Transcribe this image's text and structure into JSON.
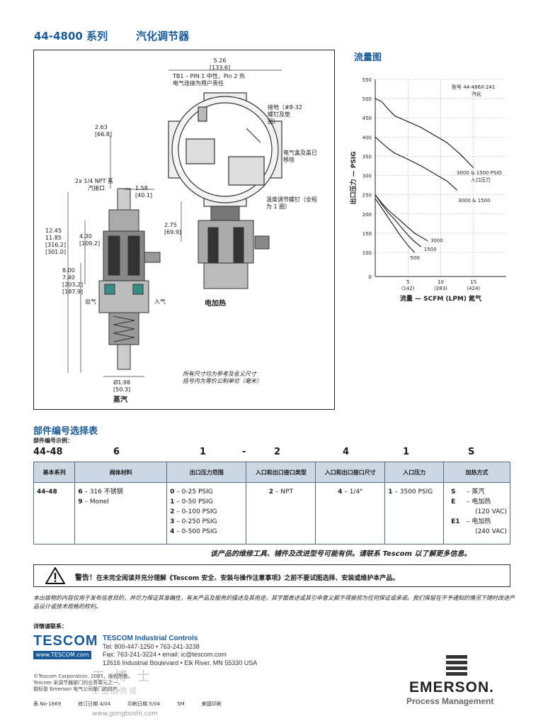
{
  "header": {
    "series": "44-4800 系列",
    "name": "汽化调节器"
  },
  "drawing": {
    "dim_width_top": "5.26",
    "dim_width_top_mm": "[133.6]",
    "dim_263": "2.63",
    "dim_263_mm": "[66.8]",
    "dim_158": "1.58",
    "dim_158_mm": "[40.1]",
    "dim_275": "2.75",
    "dim_275_mm": "[69.9]",
    "dim_430": "4.30",
    "dim_430_mm": "[109.2]",
    "dim_1245": "12.45",
    "dim_1185": "11.85",
    "dim_1245_mm": "[316.2]",
    "dim_1185_mm": "[301.0]",
    "dim_800": "8.00",
    "dim_740": "7.40",
    "dim_800_mm": "[203.2]",
    "dim_740_mm": "[187.9]",
    "dim_198": "Ø1.98",
    "dim_198_mm": "[50.3]",
    "note_tb1_1": "TB1 – PIN 1 中性，Pin 2 热",
    "note_tb1_2": "电气连接为用户责任",
    "note_ground_1": "接地（#8-32",
    "note_ground_2": "螺钉及垫",
    "note_ground_3": "圈）",
    "note_cover_1": "电气盒及盖已",
    "note_cover_2": "移除",
    "note_temp_1": "温度调节螺钉（全程",
    "note_temp_2": "为 1 圈）",
    "note_npt_1": "2x 1/4 NPT 蒸",
    "note_npt_2": "汽接口",
    "label_outlet": "出气",
    "label_inlet": "入气",
    "label_steam": "蒸汽",
    "label_electric": "电加热",
    "note_dims_1": "所有尺寸均为参考及名义尺寸",
    "note_dims_2": "括号内为等价公制单位（毫米）"
  },
  "chart_title": "流量图",
  "chart_data": {
    "type": "line",
    "title": "",
    "annotation_model": "型号 44-486X-241",
    "annotation_medium": "汽化",
    "annotation_pressure_1": "3000 & 1500 PSIG",
    "annotation_pressure_2": "入口压力",
    "annotation_pressure_3": "3000 & 1500",
    "ylabel": "出口压力 — PSIG",
    "xlabel": "流量 — SCFM (LPM) 氮气",
    "ylim": [
      0,
      550
    ],
    "xlim": [
      0,
      20
    ],
    "yticks": [
      "0",
      "100",
      "150",
      "200",
      "250",
      "300",
      "350",
      "400",
      "450",
      "500",
      "550"
    ],
    "xticks": [
      {
        "v": 5,
        "label": "5",
        "sub": "(142)"
      },
      {
        "v": 10,
        "label": "10",
        "sub": "(283)"
      },
      {
        "v": 15,
        "label": "15",
        "sub": "(424)"
      }
    ],
    "series": [
      {
        "name": "3000 & 1500 PSIG",
        "x": [
          0,
          1,
          2,
          3,
          5,
          7,
          9,
          11,
          13,
          15
        ],
        "y": [
          500,
          492,
          472,
          455,
          440,
          425,
          405,
          385,
          355,
          320
        ]
      },
      {
        "name": "3000 & 1500",
        "x": [
          0,
          1,
          2,
          3,
          5,
          7,
          9,
          11,
          12.5
        ],
        "y": [
          400,
          385,
          370,
          358,
          342,
          325,
          305,
          285,
          262
        ]
      },
      {
        "name": "3000",
        "x": [
          0,
          1,
          2,
          3,
          4,
          5,
          6,
          7,
          8
        ],
        "y": [
          250,
          228,
          210,
          195,
          180,
          165,
          150,
          140,
          130
        ]
      },
      {
        "name": "1500",
        "x": [
          0,
          1,
          2,
          3,
          4,
          5,
          6,
          7
        ],
        "y": [
          250,
          225,
          203,
          185,
          165,
          145,
          128,
          115
        ]
      },
      {
        "name": "500",
        "x": [
          0,
          1,
          2,
          3,
          4,
          5,
          6
        ],
        "y": [
          240,
          215,
          190,
          165,
          140,
          118,
          100
        ]
      }
    ]
  },
  "selection": {
    "title": "部件编号选择表",
    "example_label": "部件编号示例：",
    "example_codes": [
      "44-48",
      "6",
      "1",
      "-",
      "2",
      "4",
      "1",
      "S"
    ],
    "headers": [
      "基本系列",
      "阀体材料",
      "出口压力范围",
      "入口和出口接口类型",
      "入口和出口接口尺寸",
      "入口压力",
      "加热方式"
    ],
    "base_series": "44-48",
    "body_material": [
      {
        "code": "6",
        "desc": "–  316 不锈钢"
      },
      {
        "code": "9",
        "desc": "–  Monel"
      }
    ],
    "outlet_range": [
      {
        "code": "0",
        "desc": "–  0-25 PSIG"
      },
      {
        "code": "1",
        "desc": "–  0-50 PSIG"
      },
      {
        "code": "2",
        "desc": "–  0-100 PSIG"
      },
      {
        "code": "3",
        "desc": "–  0-250 PSIG"
      },
      {
        "code": "4",
        "desc": "–  0-500 PSIG"
      }
    ],
    "port_type": {
      "code": "2",
      "desc": "–  NPT"
    },
    "port_size": {
      "code": "4",
      "desc": "–  1/4\""
    },
    "inlet_pressure": {
      "code": "1",
      "desc": "–  3500 PSIG"
    },
    "heating": [
      {
        "code": "S",
        "desc": "–  蒸汽"
      },
      {
        "code": "E",
        "desc": "–  电加热"
      },
      {
        "code": "",
        "desc": "(120 VAC)"
      },
      {
        "code": "E1",
        "desc": "–  电加热"
      },
      {
        "code": "",
        "desc": "(240 VAC)"
      }
    ]
  },
  "contact_note": "该产品的维修工具、辅件及改进型号可能有供。请联系 Tescom 以了解更多信息。",
  "warning": {
    "label": "警告！",
    "text": "在未完全阅读并充分理解《Tescom 安全、安装与操作注意事项》之前不要试图选择、安装或维护本产品。"
  },
  "disclaimer": "本出版物的内容仅用于发布信息目的，并尽力保证其准确性，有关产品及服务的描述及其用途，其字面表述或其引申意义都不得被视为任何保证或承诺。我们保留在不予通知的情况下随时改进产品设计或技术规格的权利。",
  "contact": {
    "label": "详情请联系：",
    "logo": "TESCOM",
    "url": "www.TESCOM.com",
    "company": "TESCOM Industrial Controls",
    "tel": "Tel: 800-447-1250  •  763-241-3238",
    "fax": "Fax: 763-241-3224  •  email: ic@tescom.com",
    "address": "12616 Industrial Boulevard  •  Elk River, MN 55330 USA"
  },
  "copyright": [
    "©Tescom Corporation, 2005，版权所有。",
    "Tescom 采调节器部门的业务单元之一。",
    "徽标是 Emerson 电气公司部门的财产。"
  ],
  "footer": {
    "form": "表 No-1669",
    "revised": "修订日期 4/04",
    "printed": "印刷日期 5/04",
    "qty": "5M",
    "place": "美国印刷"
  },
  "watermark": {
    "text": "工 博 士",
    "sub": "工业品商城",
    "url": "www.gongboshi.com"
  },
  "brand": {
    "name": "EMERSON.",
    "sub": "Process Management"
  }
}
